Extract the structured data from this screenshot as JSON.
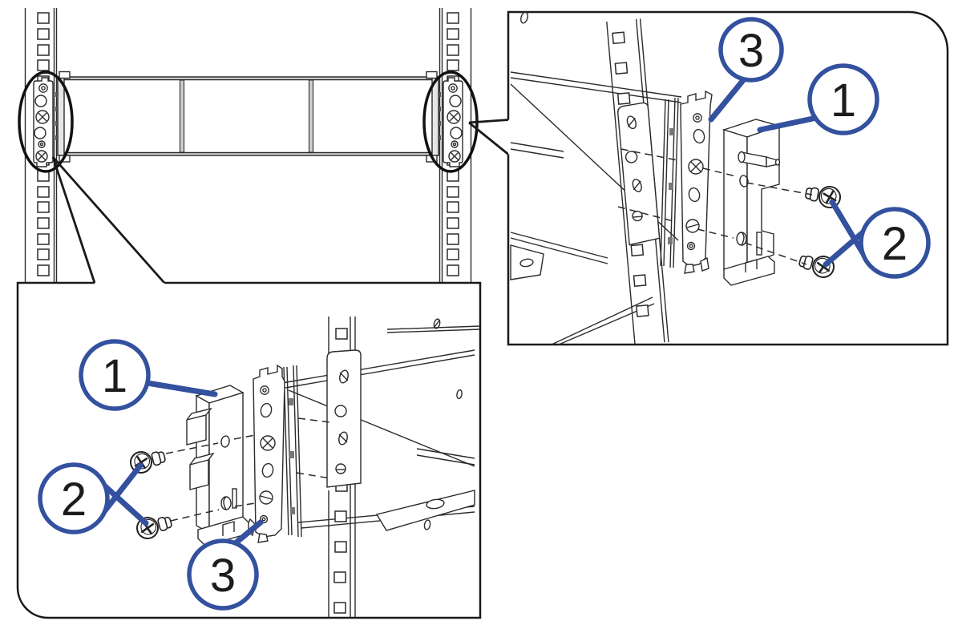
{
  "colors": {
    "accent_blue": "#33519e",
    "line": "#2b2b2b",
    "background": "#ffffff"
  },
  "callouts": {
    "detail_right": {
      "plate": "3",
      "bracket": "1",
      "screws": "2"
    },
    "detail_left": {
      "bracket": "1",
      "screws": "2",
      "plate": "3"
    }
  }
}
